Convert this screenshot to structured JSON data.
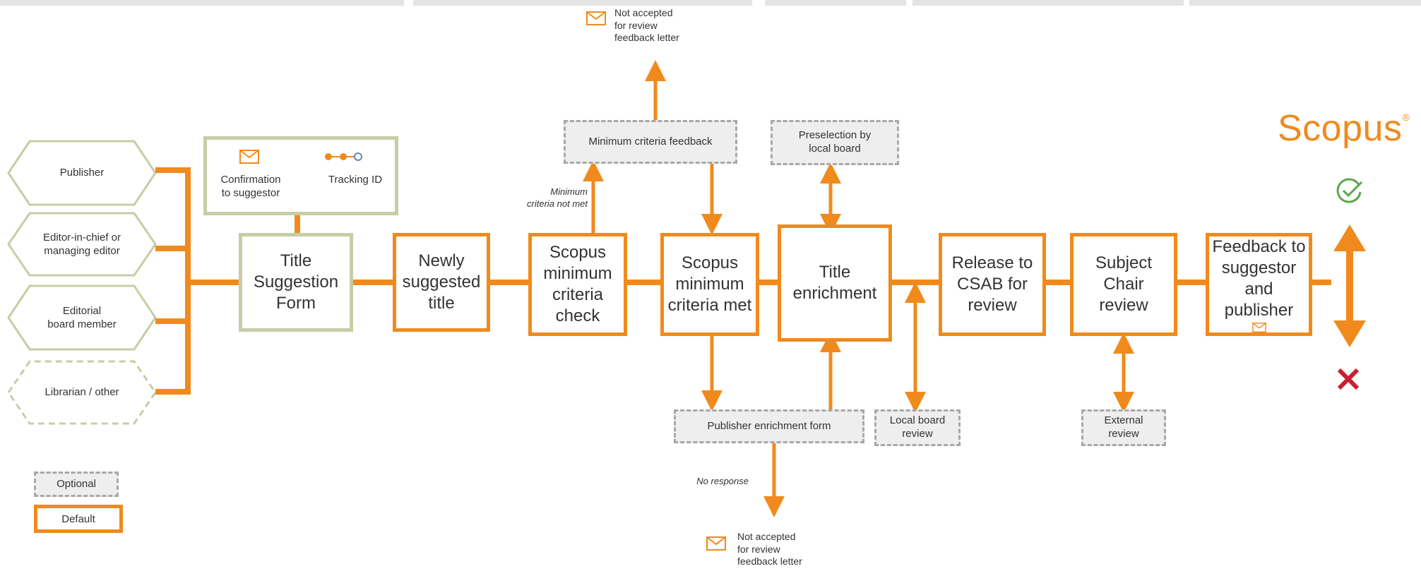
{
  "brand": {
    "name": "Scopus",
    "mark": "®",
    "color": "#f08a1c"
  },
  "colors": {
    "default_border": "#f08a1c",
    "suggestion_border": "#c7cda5",
    "optional_fill": "#eeeeee",
    "optional_border": "#a8a8a8",
    "accept": "#5aa84a",
    "reject": "#c8202f"
  },
  "suggestors": {
    "publisher": "Publisher",
    "editor": "Editor-in-chief or\nmanaging editor",
    "board_member": "Editorial\nboard member",
    "librarian": "Librarian / other"
  },
  "confirmation": {
    "label": "Confirmation\nto suggestor",
    "tracking": "Tracking ID",
    "mail_icon": "envelope-icon",
    "tracking_icon": "tracking-id-icon"
  },
  "steps": {
    "title_suggestion_form": "Title\nSuggestion\nForm",
    "newly_suggested": "Newly\nsuggested\ntitle",
    "min_check": "Scopus\nminimum\ncriteria check",
    "min_met": "Scopus\nminimum\ncriteria met",
    "enrichment": "Title\nenrichment",
    "release_csab": "Release to\nCSAB for\nreview",
    "subject_chair": "Subject Chair\nreview",
    "feedback": "Feedback to\nsuggestor and\npublisher"
  },
  "optional_steps": {
    "min_feedback": "Minimum criteria feedback",
    "preselection": "Preselection by\nlocal board",
    "publisher_enrichment": "Publisher enrichment form",
    "local_board": "Local board\nreview",
    "external": "External\nreview"
  },
  "notes": {
    "criteria_not_met": "Minimum\ncriteria not met",
    "no_response": "No response",
    "not_accepted_top": "Not accepted\nfor review\nfeedback letter",
    "not_accepted_bottom": "Not accepted\nfor review\nfeedback letter"
  },
  "legend": {
    "optional": "Optional",
    "default": "Default"
  },
  "outcomes": {
    "accepted_icon": "check-circle-icon",
    "rejected_icon": "cross-icon"
  }
}
